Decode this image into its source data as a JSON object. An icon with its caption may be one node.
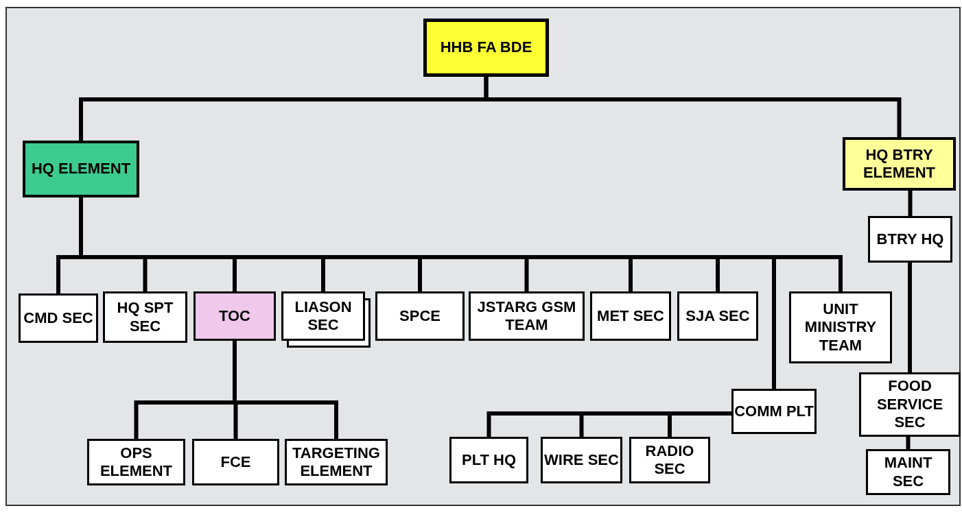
{
  "diagram": {
    "nodes": [
      {
        "text": [
          "HHB FA BDE"
        ]
      },
      {
        "text": [
          "HQ ELEMENT"
        ]
      },
      {
        "text": [
          "HQ BTRY ELEMENT"
        ]
      },
      {
        "text": [
          "CMD SEC"
        ]
      },
      {
        "text": [
          "HQ SPT SEC"
        ]
      },
      {
        "text": [
          "TOC"
        ]
      },
      {
        "text": [
          "LIASON SEC"
        ]
      },
      {
        "text": [
          "SPCE"
        ]
      },
      {
        "text": [
          "JSTARG GSM TEAM"
        ]
      },
      {
        "text": [
          "MET SEC"
        ]
      },
      {
        "text": [
          "SJA SEC"
        ]
      },
      {
        "text": [
          "UNIT MINISTRY TEAM"
        ]
      },
      {
        "text": [
          "BTRY HQ"
        ]
      },
      {
        "text": [
          "OPS ELEMENT"
        ]
      },
      {
        "text": [
          "FCE"
        ]
      },
      {
        "text": [
          "TARGETING ELEMENT"
        ]
      },
      {
        "text": [
          "COMM PLT"
        ]
      },
      {
        "text": [
          "PLT HQ"
        ]
      },
      {
        "text": [
          "WIRE SEC"
        ]
      },
      {
        "text": [
          "RADIO SEC"
        ]
      },
      {
        "text": [
          "FOOD SERVICE SEC"
        ]
      },
      {
        "text": [
          "MAINT SEC"
        ]
      }
    ],
    "edges": [
      {
        "from": 0,
        "to": 1,
        "arrow": "none"
      },
      {
        "from": 0,
        "to": 2,
        "arrow": "none"
      },
      {
        "from": 1,
        "to": 3,
        "arrow": "none"
      },
      {
        "from": 1,
        "to": 4,
        "arrow": "none"
      },
      {
        "from": 1,
        "to": 5,
        "arrow": "none"
      },
      {
        "from": 1,
        "to": 6,
        "arrow": "none"
      },
      {
        "from": 1,
        "to": 7,
        "arrow": "none"
      },
      {
        "from": 1,
        "to": 8,
        "arrow": "none"
      },
      {
        "from": 1,
        "to": 9,
        "arrow": "none"
      },
      {
        "from": 1,
        "to": 10,
        "arrow": "none"
      },
      {
        "from": 1,
        "to": 16,
        "arrow": "none"
      },
      {
        "from": 1,
        "to": 11,
        "arrow": "none"
      },
      {
        "from": 2,
        "to": 12,
        "arrow": "none"
      },
      {
        "from": 5,
        "to": 13,
        "arrow": "none"
      },
      {
        "from": 5,
        "to": 14,
        "arrow": "none"
      },
      {
        "from": 5,
        "to": 15,
        "arrow": "none"
      },
      {
        "from": 16,
        "to": 17,
        "arrow": "none"
      },
      {
        "from": 16,
        "to": 18,
        "arrow": "none"
      },
      {
        "from": 16,
        "to": 19,
        "arrow": "none"
      },
      {
        "from": 12,
        "to": 20,
        "arrow": "none"
      },
      {
        "from": 20,
        "to": 21,
        "arrow": "none"
      }
    ]
  }
}
